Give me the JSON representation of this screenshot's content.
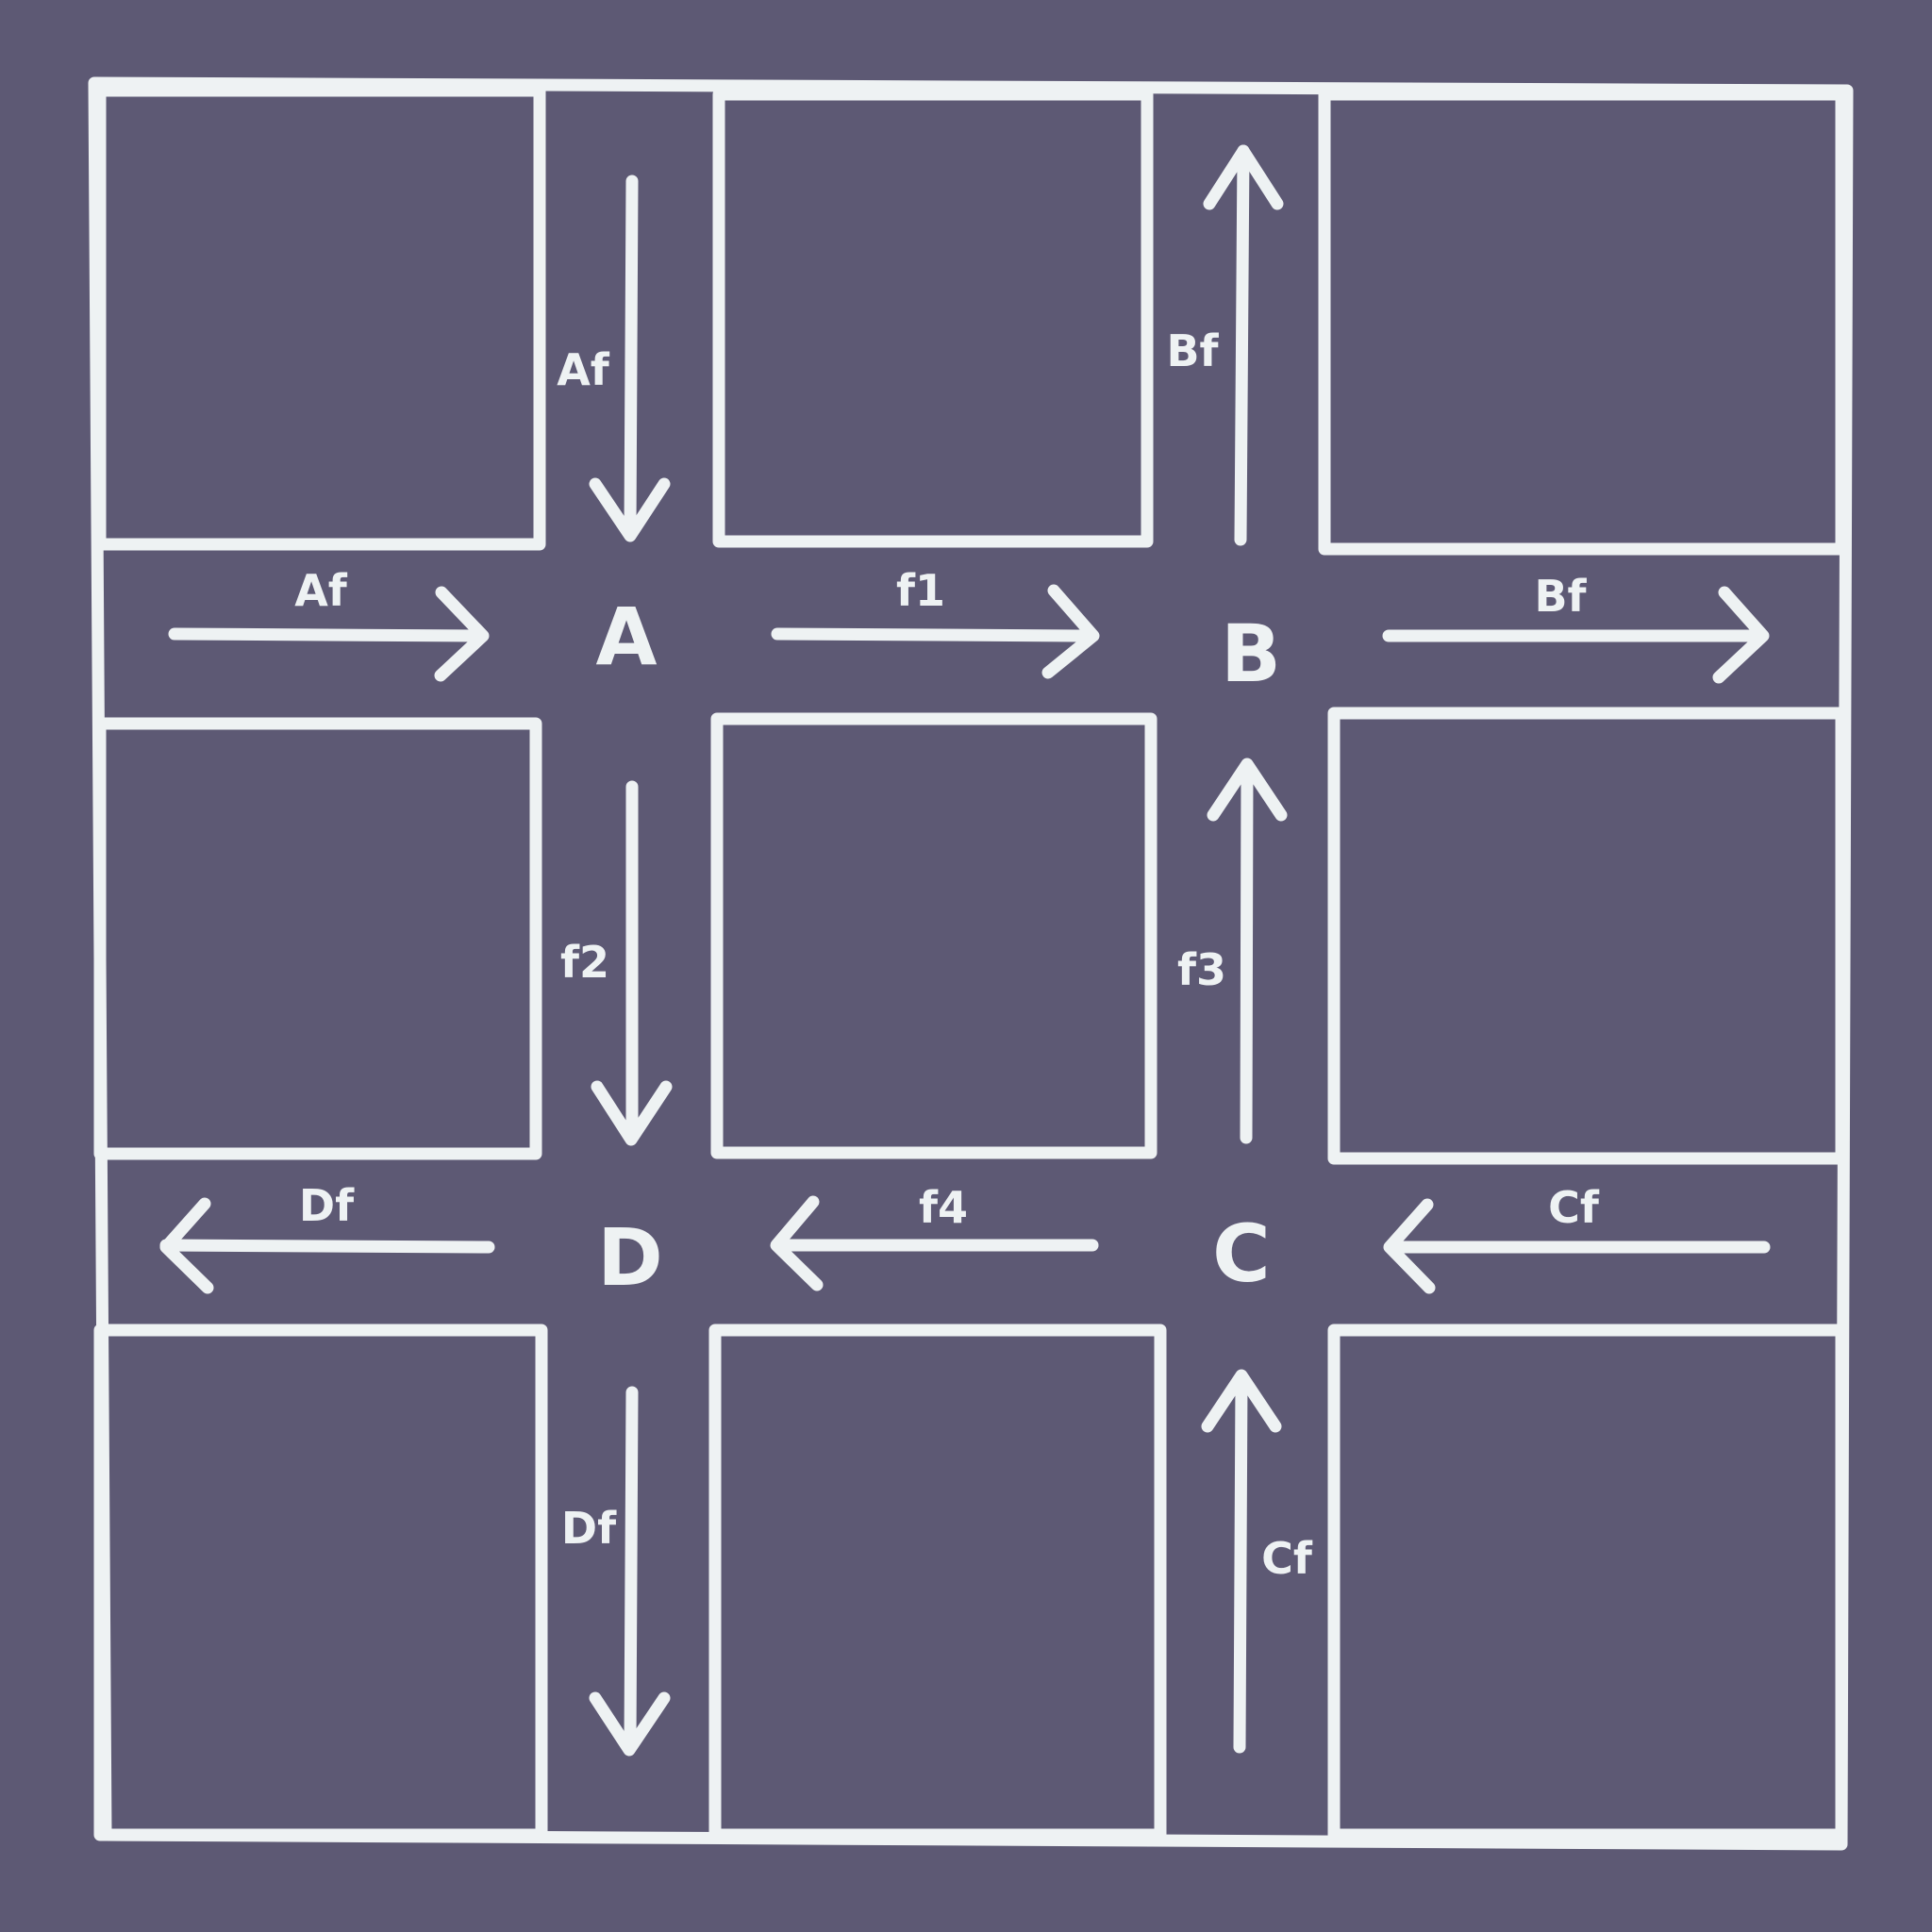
{
  "diagram": {
    "colors": {
      "background": "#5d5974",
      "stroke": "#eef2f3"
    },
    "nodes": {
      "a": "A",
      "b": "B",
      "c": "C",
      "d": "D"
    },
    "edges": {
      "af_top": "Af",
      "af_left": "Af",
      "bf_top": "Bf",
      "bf_right": "Bf",
      "cf_right": "Cf",
      "cf_bottom": "Cf",
      "df_left": "Df",
      "df_bottom": "Df",
      "f1": "f1",
      "f2": "f2",
      "f3": "f3",
      "f4": "f4"
    }
  }
}
